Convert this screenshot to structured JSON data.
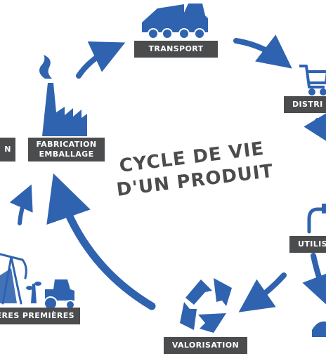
{
  "diagram": {
    "title_line1": "CYCLE DE VIE",
    "title_line2": "D'UN PRODUIT",
    "colors": {
      "accent": "#2f63b0",
      "label_bg": "#4b4c4e",
      "title": "#4b4c4e"
    },
    "steps": {
      "transport": "TRANSPORT",
      "distribution": "DISTRI",
      "utilisation": "UTILIS",
      "valorisation": "VALORISATION",
      "matieres": "ERES PREMIÈRES",
      "fabrication_line1": "FABRICATION",
      "fabrication_line2": "EMBALLAGE",
      "edge_left": "N"
    },
    "icons": [
      "truck-icon",
      "shopping-cart-icon",
      "factory-icon",
      "recycle-icon",
      "tractor-icon",
      "oil-pump-icon",
      "faucet-icon",
      "bag-icon"
    ]
  }
}
